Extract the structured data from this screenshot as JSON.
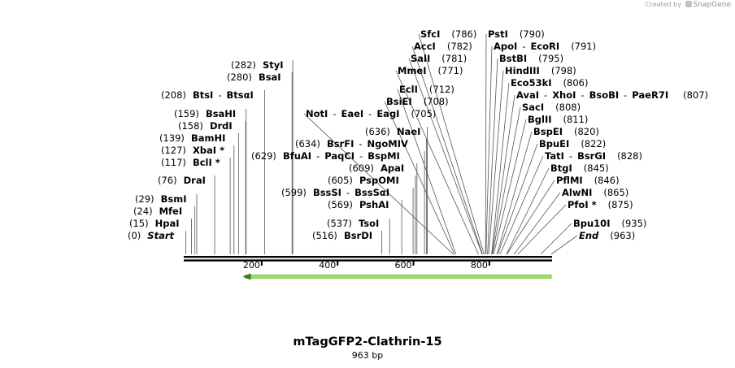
{
  "watermark": {
    "created_by": "Created by",
    "brand": "SnapGene"
  },
  "map": {
    "title": "mTagGFP2-Clathrin-15",
    "length_label": "963 bp",
    "length_bp": 963,
    "ticks": [
      "200",
      "400",
      "600",
      "800"
    ],
    "feature_color": "#9be35a",
    "feature_strand": "reverse",
    "feature_start_bp": 150,
    "feature_end_bp": 963
  },
  "labels": [
    {
      "id": "start",
      "bp": 0,
      "num": "(0)",
      "parts": [
        "Start"
      ],
      "italic": true
    },
    {
      "id": "hpai",
      "bp": 15,
      "num": "(15)",
      "parts": [
        "HpaI"
      ]
    },
    {
      "id": "mfei",
      "bp": 24,
      "num": "(24)",
      "parts": [
        "MfeI"
      ]
    },
    {
      "id": "bsmi",
      "bp": 29,
      "num": "(29)",
      "parts": [
        "BsmI"
      ]
    },
    {
      "id": "drai",
      "bp": 76,
      "num": "(76)",
      "parts": [
        "DraI"
      ]
    },
    {
      "id": "bcli",
      "bp": 117,
      "num": "(117)",
      "parts": [
        "BclI *"
      ]
    },
    {
      "id": "xbai",
      "bp": 127,
      "num": "(127)",
      "parts": [
        "XbaI *"
      ]
    },
    {
      "id": "bamhi",
      "bp": 139,
      "num": "(139)",
      "parts": [
        "BamHI"
      ]
    },
    {
      "id": "drdi",
      "bp": 158,
      "num": "(158)",
      "parts": [
        "DrdI"
      ]
    },
    {
      "id": "bsahi",
      "bp": 159,
      "num": "(159)",
      "parts": [
        "BsaHI"
      ]
    },
    {
      "id": "btsi",
      "bp": 208,
      "num": "(208)",
      "parts": [
        "BtsI",
        "BtsαI"
      ]
    },
    {
      "id": "bsai",
      "bp": 280,
      "num": "(280)",
      "parts": [
        "BsaI"
      ]
    },
    {
      "id": "styi",
      "bp": 282,
      "num": "(282)",
      "parts": [
        "StyI"
      ]
    },
    {
      "id": "bsrdi",
      "bp": 516,
      "num": "(516)",
      "parts": [
        "BsrDI"
      ]
    },
    {
      "id": "tsoi",
      "bp": 537,
      "num": "(537)",
      "parts": [
        "TsoI"
      ]
    },
    {
      "id": "pshai",
      "bp": 569,
      "num": "(569)",
      "parts": [
        "PshAI"
      ]
    },
    {
      "id": "bsssi",
      "bp": 599,
      "num": "(599)",
      "parts": [
        "BssSI",
        "BssSαI"
      ]
    },
    {
      "id": "pspomi",
      "bp": 605,
      "num": "(605)",
      "parts": [
        "PspOMI"
      ]
    },
    {
      "id": "apai",
      "bp": 609,
      "num": "(609)",
      "parts": [
        "ApaI"
      ]
    },
    {
      "id": "bfuai",
      "bp": 629,
      "num": "(629)",
      "parts": [
        "BfuAI",
        "PaqCI",
        "BspMI"
      ],
      "num_first": true
    },
    {
      "id": "bsrfi",
      "bp": 634,
      "num": "(634)",
      "parts": [
        "BsrFI",
        "NgoMIV"
      ]
    },
    {
      "id": "naei",
      "bp": 636,
      "num": "(636)",
      "parts": [
        "NaeI"
      ]
    },
    {
      "id": "noti",
      "bp": 705,
      "num": "(705)",
      "parts": [
        "NotI",
        "EaeI",
        "EagI"
      ]
    },
    {
      "id": "bsiei",
      "bp": 708,
      "num": "(708)",
      "parts": [
        "BsiEI"
      ]
    },
    {
      "id": "ecli",
      "bp": 712,
      "num": "(712)",
      "parts": [
        "EclI"
      ]
    },
    {
      "id": "mmei",
      "bp": 771,
      "num": "(771)",
      "parts": [
        "MmeI"
      ]
    },
    {
      "id": "sali",
      "bp": 781,
      "num": "(781)",
      "parts": [
        "SalI"
      ]
    },
    {
      "id": "acci",
      "bp": 782,
      "num": "(782)",
      "parts": [
        "AccI"
      ]
    },
    {
      "id": "sfci",
      "bp": 786,
      "num": "(786)",
      "parts": [
        "SfcI"
      ]
    },
    {
      "id": "psti",
      "bp": 790,
      "num": "(790)",
      "parts": [
        "PstI"
      ]
    },
    {
      "id": "apoi",
      "bp": 791,
      "num": "(791)",
      "parts": [
        "ApoI",
        "EcoRI"
      ]
    },
    {
      "id": "bstbi",
      "bp": 795,
      "num": "(795)",
      "parts": [
        "BstBI"
      ]
    },
    {
      "id": "hindiii",
      "bp": 798,
      "num": "(798)",
      "parts": [
        "HindIII"
      ]
    },
    {
      "id": "eco53ki",
      "bp": 806,
      "num": "(806)",
      "parts": [
        "Eco53kI"
      ]
    },
    {
      "id": "avai",
      "bp": 807,
      "num": "(807)",
      "parts": [
        "AvaI",
        "XhoI",
        "BsoBI",
        "PaeR7I"
      ]
    },
    {
      "id": "saci",
      "bp": 808,
      "num": "(808)",
      "parts": [
        "SacI"
      ]
    },
    {
      "id": "bglii",
      "bp": 811,
      "num": "(811)",
      "parts": [
        "BglII"
      ]
    },
    {
      "id": "bspei",
      "bp": 820,
      "num": "(820)",
      "parts": [
        "BspEI"
      ]
    },
    {
      "id": "bpuei",
      "bp": 822,
      "num": "(822)",
      "parts": [
        "BpuEI"
      ]
    },
    {
      "id": "tati",
      "bp": 828,
      "num": "(828)",
      "parts": [
        "TatI",
        "BsrGI"
      ]
    },
    {
      "id": "btgi",
      "bp": 845,
      "num": "(845)",
      "parts": [
        "BtgI"
      ]
    },
    {
      "id": "pflmi",
      "bp": 846,
      "num": "(846)",
      "parts": [
        "PflMI"
      ]
    },
    {
      "id": "alwni",
      "bp": 865,
      "num": "(865)",
      "parts": [
        "AlwNI"
      ]
    },
    {
      "id": "pfoi",
      "bp": 875,
      "num": "(875)",
      "parts": [
        "PfoI *"
      ]
    },
    {
      "id": "bpu10i",
      "bp": 935,
      "num": "(935)",
      "parts": [
        "Bpu10I"
      ]
    },
    {
      "id": "end",
      "bp": 963,
      "num": "(963)",
      "parts": [
        "End"
      ],
      "italic": true
    }
  ]
}
